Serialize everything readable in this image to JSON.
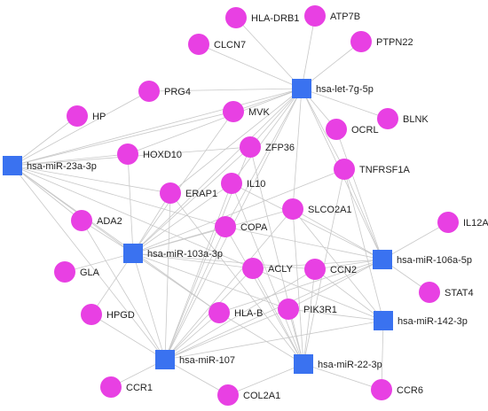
{
  "colors": {
    "gene": "#e840e3",
    "mirna": "#3a72f0",
    "edge": "#c8c8c8",
    "text": "#222222"
  },
  "nodes": [
    {
      "id": "hsa-let-7g-5p",
      "type": "mirna"
    },
    {
      "id": "hsa-miR-23a-3p",
      "type": "mirna"
    },
    {
      "id": "hsa-miR-103a-3p",
      "type": "mirna"
    },
    {
      "id": "hsa-miR-106a-5p",
      "type": "mirna"
    },
    {
      "id": "hsa-miR-142-3p",
      "type": "mirna"
    },
    {
      "id": "hsa-miR-107",
      "type": "mirna"
    },
    {
      "id": "hsa-miR-22-3p",
      "type": "mirna"
    },
    {
      "id": "HLA-DRB1",
      "type": "gene"
    },
    {
      "id": "ATP7B",
      "type": "gene"
    },
    {
      "id": "CLCN7",
      "type": "gene"
    },
    {
      "id": "PTPN22",
      "type": "gene"
    },
    {
      "id": "PRG4",
      "type": "gene"
    },
    {
      "id": "MVK",
      "type": "gene"
    },
    {
      "id": "HP",
      "type": "gene"
    },
    {
      "id": "OCRL",
      "type": "gene"
    },
    {
      "id": "BLNK",
      "type": "gene"
    },
    {
      "id": "HOXD10",
      "type": "gene"
    },
    {
      "id": "ZFP36",
      "type": "gene"
    },
    {
      "id": "TNFRSF1A",
      "type": "gene"
    },
    {
      "id": "IL10",
      "type": "gene"
    },
    {
      "id": "ERAP1",
      "type": "gene"
    },
    {
      "id": "SLCO2A1",
      "type": "gene"
    },
    {
      "id": "ADA2",
      "type": "gene"
    },
    {
      "id": "COPA",
      "type": "gene"
    },
    {
      "id": "IL12A",
      "type": "gene"
    },
    {
      "id": "GLA",
      "type": "gene"
    },
    {
      "id": "ACLY",
      "type": "gene"
    },
    {
      "id": "CCN2",
      "type": "gene"
    },
    {
      "id": "STAT4",
      "type": "gene"
    },
    {
      "id": "HPGD",
      "type": "gene"
    },
    {
      "id": "HLA-B",
      "type": "gene"
    },
    {
      "id": "PIK3R1",
      "type": "gene"
    },
    {
      "id": "CCR1",
      "type": "gene"
    },
    {
      "id": "COL2A1",
      "type": "gene"
    },
    {
      "id": "CCR6",
      "type": "gene"
    }
  ],
  "edges": [
    [
      "hsa-let-7g-5p",
      "HLA-DRB1"
    ],
    [
      "hsa-let-7g-5p",
      "ATP7B"
    ],
    [
      "hsa-let-7g-5p",
      "CLCN7"
    ],
    [
      "hsa-let-7g-5p",
      "PTPN22"
    ],
    [
      "hsa-let-7g-5p",
      "PRG4"
    ],
    [
      "hsa-let-7g-5p",
      "MVK"
    ],
    [
      "hsa-let-7g-5p",
      "OCRL"
    ],
    [
      "hsa-let-7g-5p",
      "BLNK"
    ],
    [
      "hsa-let-7g-5p",
      "HOXD10"
    ],
    [
      "hsa-let-7g-5p",
      "ZFP36"
    ],
    [
      "hsa-let-7g-5p",
      "TNFRSF1A"
    ],
    [
      "hsa-let-7g-5p",
      "IL10"
    ],
    [
      "hsa-let-7g-5p",
      "ERAP1"
    ],
    [
      "hsa-let-7g-5p",
      "SLCO2A1"
    ],
    [
      "hsa-let-7g-5p",
      "COPA"
    ],
    [
      "hsa-let-7g-5p",
      "hsa-miR-23a-3p"
    ],
    [
      "hsa-let-7g-5p",
      "hsa-miR-103a-3p"
    ],
    [
      "hsa-let-7g-5p",
      "hsa-miR-106a-5p"
    ],
    [
      "hsa-let-7g-5p",
      "hsa-miR-107"
    ],
    [
      "hsa-miR-23a-3p",
      "HP"
    ],
    [
      "hsa-miR-23a-3p",
      "PRG4"
    ],
    [
      "hsa-miR-23a-3p",
      "MVK"
    ],
    [
      "hsa-miR-23a-3p",
      "HOXD10"
    ],
    [
      "hsa-miR-23a-3p",
      "ZFP36"
    ],
    [
      "hsa-miR-23a-3p",
      "ERAP1"
    ],
    [
      "hsa-miR-23a-3p",
      "ADA2"
    ],
    [
      "hsa-miR-23a-3p",
      "COPA"
    ],
    [
      "hsa-miR-23a-3p",
      "hsa-miR-103a-3p"
    ],
    [
      "hsa-miR-23a-3p",
      "hsa-miR-107"
    ],
    [
      "hsa-miR-23a-3p",
      "ACLY"
    ],
    [
      "hsa-miR-23a-3p",
      "HLA-B"
    ],
    [
      "hsa-miR-103a-3p",
      "HOXD10"
    ],
    [
      "hsa-miR-103a-3p",
      "ZFP36"
    ],
    [
      "hsa-miR-103a-3p",
      "IL10"
    ],
    [
      "hsa-miR-103a-3p",
      "ERAP1"
    ],
    [
      "hsa-miR-103a-3p",
      "SLCO2A1"
    ],
    [
      "hsa-miR-103a-3p",
      "ADA2"
    ],
    [
      "hsa-miR-103a-3p",
      "COPA"
    ],
    [
      "hsa-miR-103a-3p",
      "GLA"
    ],
    [
      "hsa-miR-103a-3p",
      "HPGD"
    ],
    [
      "hsa-miR-103a-3p",
      "ACLY"
    ],
    [
      "hsa-miR-103a-3p",
      "CCN2"
    ],
    [
      "hsa-miR-103a-3p",
      "HLA-B"
    ],
    [
      "hsa-miR-103a-3p",
      "PIK3R1"
    ],
    [
      "hsa-miR-103a-3p",
      "hsa-miR-107"
    ],
    [
      "hsa-miR-103a-3p",
      "MVK"
    ],
    [
      "hsa-miR-103a-3p",
      "TNFRSF1A"
    ],
    [
      "hsa-miR-106a-5p",
      "IL12A"
    ],
    [
      "hsa-miR-106a-5p",
      "STAT4"
    ],
    [
      "hsa-miR-106a-5p",
      "TNFRSF1A"
    ],
    [
      "hsa-miR-106a-5p",
      "SLCO2A1"
    ],
    [
      "hsa-miR-106a-5p",
      "OCRL"
    ],
    [
      "hsa-miR-106a-5p",
      "COPA"
    ],
    [
      "hsa-miR-106a-5p",
      "ACLY"
    ],
    [
      "hsa-miR-106a-5p",
      "CCN2"
    ],
    [
      "hsa-miR-106a-5p",
      "PIK3R1"
    ],
    [
      "hsa-miR-106a-5p",
      "HLA-B"
    ],
    [
      "hsa-miR-106a-5p",
      "hsa-miR-107"
    ],
    [
      "hsa-miR-106a-5p",
      "IL10"
    ],
    [
      "hsa-miR-142-3p",
      "PIK3R1"
    ],
    [
      "hsa-miR-142-3p",
      "CCN2"
    ],
    [
      "hsa-miR-142-3p",
      "CCR6"
    ],
    [
      "hsa-miR-142-3p",
      "TNFRSF1A"
    ],
    [
      "hsa-miR-142-3p",
      "SLCO2A1"
    ],
    [
      "hsa-miR-142-3p",
      "ACLY"
    ],
    [
      "hsa-miR-142-3p",
      "hsa-miR-107"
    ],
    [
      "hsa-miR-107",
      "CCR1"
    ],
    [
      "hsa-miR-107",
      "COL2A1"
    ],
    [
      "hsa-miR-107",
      "HLA-B"
    ],
    [
      "hsa-miR-107",
      "PIK3R1"
    ],
    [
      "hsa-miR-107",
      "ACLY"
    ],
    [
      "hsa-miR-107",
      "ERAP1"
    ],
    [
      "hsa-miR-107",
      "COPA"
    ],
    [
      "hsa-miR-107",
      "ZFP36"
    ],
    [
      "hsa-miR-107",
      "IL10"
    ],
    [
      "hsa-miR-107",
      "HPGD"
    ],
    [
      "hsa-miR-107",
      "ADA2"
    ],
    [
      "hsa-miR-107",
      "CCN2"
    ],
    [
      "hsa-miR-107",
      "SLCO2A1"
    ],
    [
      "hsa-miR-22-3p",
      "CCN2"
    ],
    [
      "hsa-miR-22-3p",
      "PIK3R1"
    ],
    [
      "hsa-miR-22-3p",
      "HLA-B"
    ],
    [
      "hsa-miR-22-3p",
      "COL2A1"
    ],
    [
      "hsa-miR-22-3p",
      "ACLY"
    ],
    [
      "hsa-miR-22-3p",
      "CCR6"
    ],
    [
      "hsa-miR-22-3p",
      "SLCO2A1"
    ],
    [
      "hsa-miR-22-3p",
      "COPA"
    ],
    [
      "hsa-miR-22-3p",
      "ERAP1"
    ],
    [
      "hsa-miR-22-3p",
      "TNFRSF1A"
    ],
    [
      "hsa-miR-22-3p",
      "ZFP36"
    ],
    [
      "hsa-miR-22-3p",
      "IL10"
    ]
  ]
}
